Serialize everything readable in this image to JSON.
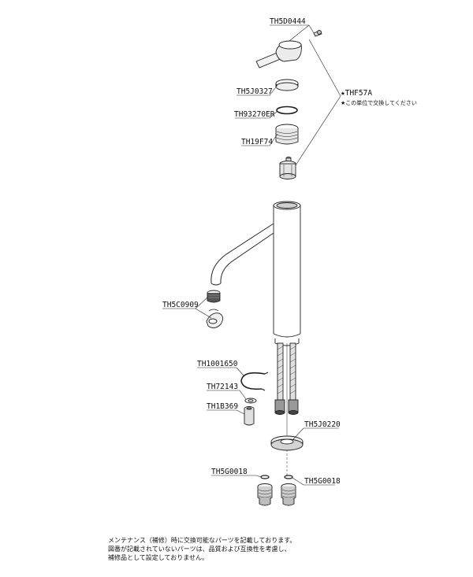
{
  "parts": {
    "lever": "TH5D0444",
    "ring": "TH5J0327",
    "oring": "TH93270ER",
    "nut": "TH19F74",
    "cartridge_unit": "★THF57A",
    "cartridge_note": "★この単位で交換してください",
    "aerator": "TH5C0909",
    "clip": "TH1001650",
    "washer": "TH72143",
    "sleeve": "TH1B369",
    "plate": "TH5J0220",
    "hose_left": "TH5G0018",
    "hose_right": "TH5G0018"
  },
  "note": {
    "line1": "メンテナンス（補修）時に交換可能なパーツを記載しております。",
    "line2": "図番が記載されていないパーツは、品質および互換性を考慮し、",
    "line3": "補修品として設定しておりません。"
  }
}
